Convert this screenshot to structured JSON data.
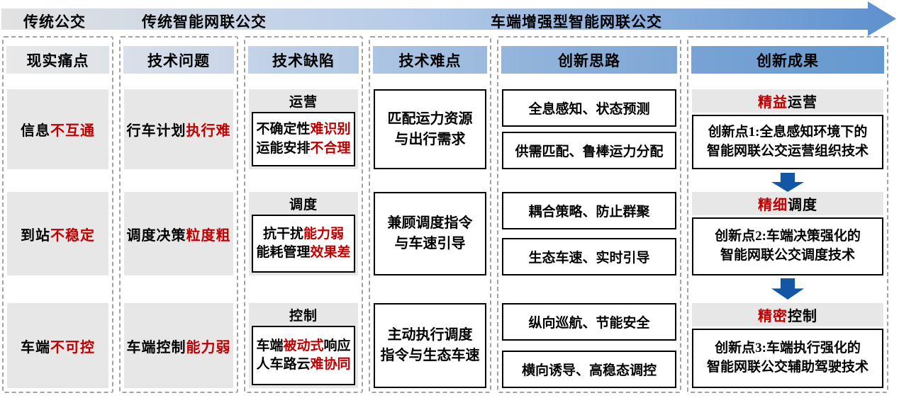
{
  "top_arrow": {
    "labels": [
      {
        "text": "传统公交"
      },
      {
        "text": "传统智能网联公交"
      },
      {
        "text": "车端增强型智能网联公交"
      }
    ]
  },
  "headers": [
    "现实痛点",
    "技术问题",
    "技术缺陷",
    "技术难点",
    "创新思路",
    "创新成果"
  ],
  "pain_rows": [
    {
      "b": "信息",
      "r": "不互通"
    },
    {
      "b": "到站",
      "r": "不稳定"
    },
    {
      "b": "车端",
      "r": "不可控"
    }
  ],
  "problem_rows": [
    {
      "b": "行车计划",
      "r": "执行难"
    },
    {
      "b": "调度决策",
      "r": "粒度粗"
    },
    {
      "b": "车端控制",
      "r": "能力弱"
    }
  ],
  "defect_rows": [
    {
      "label": "运营",
      "l1b": "不确定性",
      "l1r": "难识别",
      "l1b2": "",
      "l2b": "运能安排",
      "l2r": "不合理",
      "l2b2": ""
    },
    {
      "label": "调度",
      "l1b": "抗干扰",
      "l1r": "能力弱",
      "l1b2": "",
      "l2b": "能耗管理",
      "l2r": "效果差",
      "l2b2": ""
    },
    {
      "label": "控制",
      "l1b": "车端",
      "l1r": "被动式",
      "l1b2": "响应",
      "l2b": "人车路云",
      "l2r": "难协同",
      "l2b2": ""
    }
  ],
  "difficulty_rows": [
    {
      "l1": "匹配运力资源",
      "l2": "与出行需求"
    },
    {
      "l1": "兼顾调度指令",
      "l2": "与车速引导"
    },
    {
      "l1": "主动执行调度",
      "l2": "指令与生态车速"
    }
  ],
  "idea_rows": [
    {
      "box1": "全息感知、状态预测",
      "box2": "供需匹配、鲁棒运力分配"
    },
    {
      "box1": "耦合策略、防止群聚",
      "box2": "生态车速、实时引导"
    },
    {
      "box1": "纵向巡航、节能安全",
      "box2": "横向诱导、高稳态调控"
    }
  ],
  "result_rows": [
    {
      "title_red": "精益",
      "title_black": "运营",
      "l1": "创新点1:全息感知环境下的",
      "l2": "智能网联公交运营组织技术"
    },
    {
      "title_red": "精细",
      "title_black": "调度",
      "l1": "创新点2:车端决策强化的",
      "l2": "智能网联公交调度技术"
    },
    {
      "title_red": "精密",
      "title_black": "控制",
      "l1": "创新点3:车端执行强化的",
      "l2": "智能网联公交辅助驾驶技术"
    }
  ],
  "colors": {
    "accent_red": "#c00000",
    "down_arrow_blue": "#1356a5",
    "flow_arrow_gradient_start": "#e2e2e2",
    "flow_arrow_gradient_mid": "#b7cce9",
    "flow_arrow_gradient_end": "#5d90ce",
    "gray_cell": "#e7e7e7",
    "dashed_border": "#a3a3a3"
  }
}
